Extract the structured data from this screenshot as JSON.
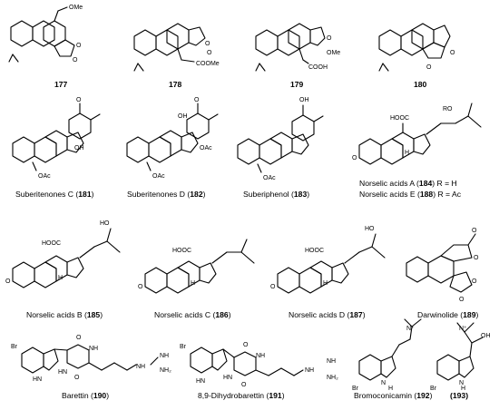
{
  "compounds": [
    {
      "number": "177"
    },
    {
      "number": "178"
    },
    {
      "number": "179"
    },
    {
      "number": "180"
    },
    {
      "name": "Suberitenones C",
      "number": "181"
    },
    {
      "name": "Suberitenones D",
      "number": "182"
    },
    {
      "name": "Suberiphenol",
      "number": "183"
    },
    {
      "name": "Norselic acids A",
      "number": "184",
      "suffix": "R = H"
    },
    {
      "name": "Norselic acids E",
      "number": "188",
      "suffix": "R = Ac"
    },
    {
      "name": "Norselic acids B",
      "number": "185"
    },
    {
      "name": "Norselic acids C",
      "number": "186"
    },
    {
      "name": "Norselic acids D",
      "number": "187"
    },
    {
      "name": "Darwinolide",
      "number": "189"
    },
    {
      "name": "Barettin",
      "number": "190"
    },
    {
      "name": "8,9-Dihydrobarettin",
      "number": "191"
    },
    {
      "name": "Bromoconicamin",
      "number": "192"
    },
    {
      "number": "193"
    }
  ],
  "atom_labels": {
    "ome": "OMe",
    "o": "O",
    "oh": "OH",
    "cooh": "COOH",
    "coome": "COOMe",
    "oac": "OAc",
    "hooc": "HOOC",
    "ro": "RO",
    "ho": "HO",
    "br": "Br",
    "hn": "HN",
    "nh": "NH",
    "nh2": "NH₂",
    "h": "H",
    "n": "N",
    "nplus": "N⁺"
  }
}
